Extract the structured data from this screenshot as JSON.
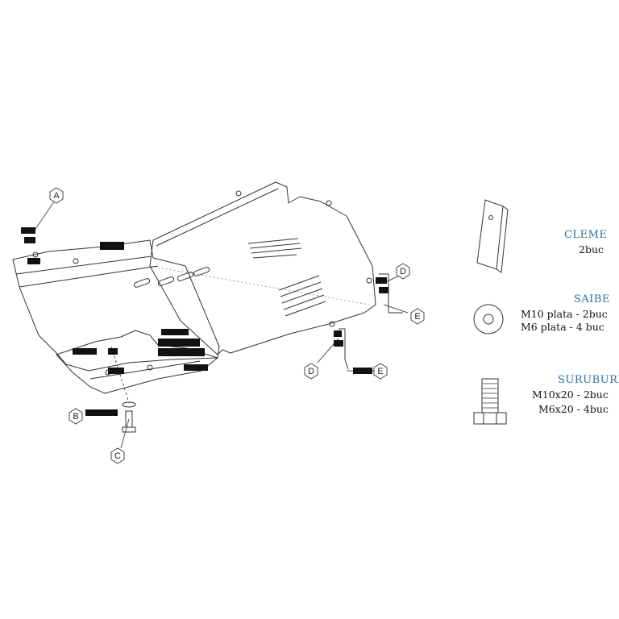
{
  "callouts": {
    "a": "A",
    "b": "B",
    "c": "C",
    "d1": "D",
    "d2": "D",
    "e1": "E",
    "e2": "E"
  },
  "legend": {
    "cleme": {
      "title": "CLEME",
      "lines": [
        "2buc"
      ]
    },
    "saibe": {
      "title": "SAIBE",
      "lines": [
        "M10 plata - 2buc",
        "M6 plata - 4 buc"
      ]
    },
    "suruburi": {
      "title": "SURUBURI",
      "lines": [
        "M10x20  - 2buc",
        "M6x20 - 4buc"
      ]
    }
  },
  "colors": {
    "title_blue": "#2f6f9f",
    "line": "#333333",
    "redaction": "#111111"
  }
}
